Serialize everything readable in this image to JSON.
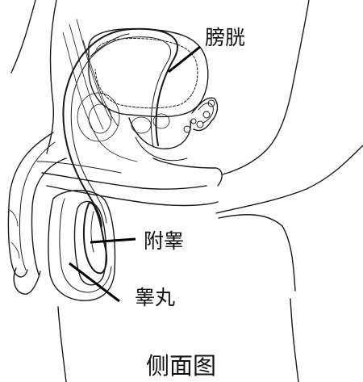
{
  "labels": {
    "bladder": "膀胱",
    "epididymis": "附睾",
    "testis": "睾丸"
  },
  "caption": "侧面图",
  "colors": {
    "line": "#1a1a1a",
    "leader": "#000000",
    "background": "#ffffff"
  }
}
